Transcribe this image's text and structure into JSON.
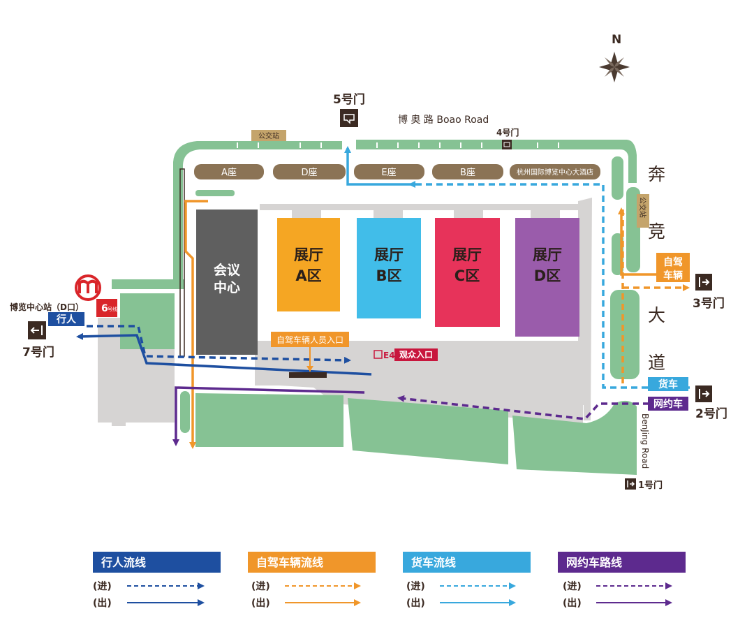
{
  "colors": {
    "green": "#86c294",
    "brown": "#8b7355",
    "dark_brown": "#3b2a22",
    "gray_road": "#d6d4d3",
    "pedestrian": "#1e4fa0",
    "self_drive": "#f0962a",
    "truck": "#38a8dd",
    "ride_hail": "#5d2a8e",
    "hall_a": "#f5a623",
    "hall_b": "#41bde9",
    "hall_c": "#e7335a",
    "hall_d": "#9a5cab",
    "conference": "#5f5f5f",
    "metro_red": "#d9252a"
  },
  "compass": {
    "north_label": "N"
  },
  "roads": {
    "north": "博 奥 路  Boao Road",
    "east_chars": [
      "奔",
      "竞",
      "大",
      "道"
    ],
    "southeast": "BenJing Road"
  },
  "buildings": {
    "top_row": [
      "A座",
      "D座",
      "E座",
      "B座",
      "杭州国际博览中心大酒店"
    ],
    "conference": [
      "会议",
      "中心"
    ],
    "halls": [
      {
        "line1": "展厅",
        "line2": "A区"
      },
      {
        "line1": "展厅",
        "line2": "B区"
      },
      {
        "line1": "展厅",
        "line2": "C区"
      },
      {
        "line1": "展厅",
        "line2": "D区"
      }
    ]
  },
  "bus_stops": {
    "north": "公交站",
    "east": "公交站"
  },
  "gates": {
    "gate1": "1号门",
    "gate2": "2号门",
    "gate3": "3号门",
    "gate4": "4号门",
    "gate5": "5号门",
    "gate7": "7号门"
  },
  "metro": {
    "station": "博览中心站（D口）",
    "line": "6",
    "line_suffix": "号线"
  },
  "tags": {
    "pedestrian": "行人",
    "self_drive": [
      "自驾",
      "车辆"
    ],
    "truck": "货车",
    "ride_hail": "网约车",
    "self_drive_entry": "自驾车辆人员入口",
    "visitor_entry": "观众入口",
    "visitor_entry_code": "E4"
  },
  "legend": [
    {
      "title": "行人流线",
      "in": "(进)",
      "out": "(出)",
      "color_key": "pedestrian"
    },
    {
      "title": "自驾车辆流线",
      "in": "(进)",
      "out": "(出)",
      "color_key": "self_drive"
    },
    {
      "title": "货车流线",
      "in": "(进)",
      "out": "(出)",
      "color_key": "truck"
    },
    {
      "title": "网约车路线",
      "in": "(进)",
      "out": "(出)",
      "color_key": "ride_hail"
    }
  ]
}
